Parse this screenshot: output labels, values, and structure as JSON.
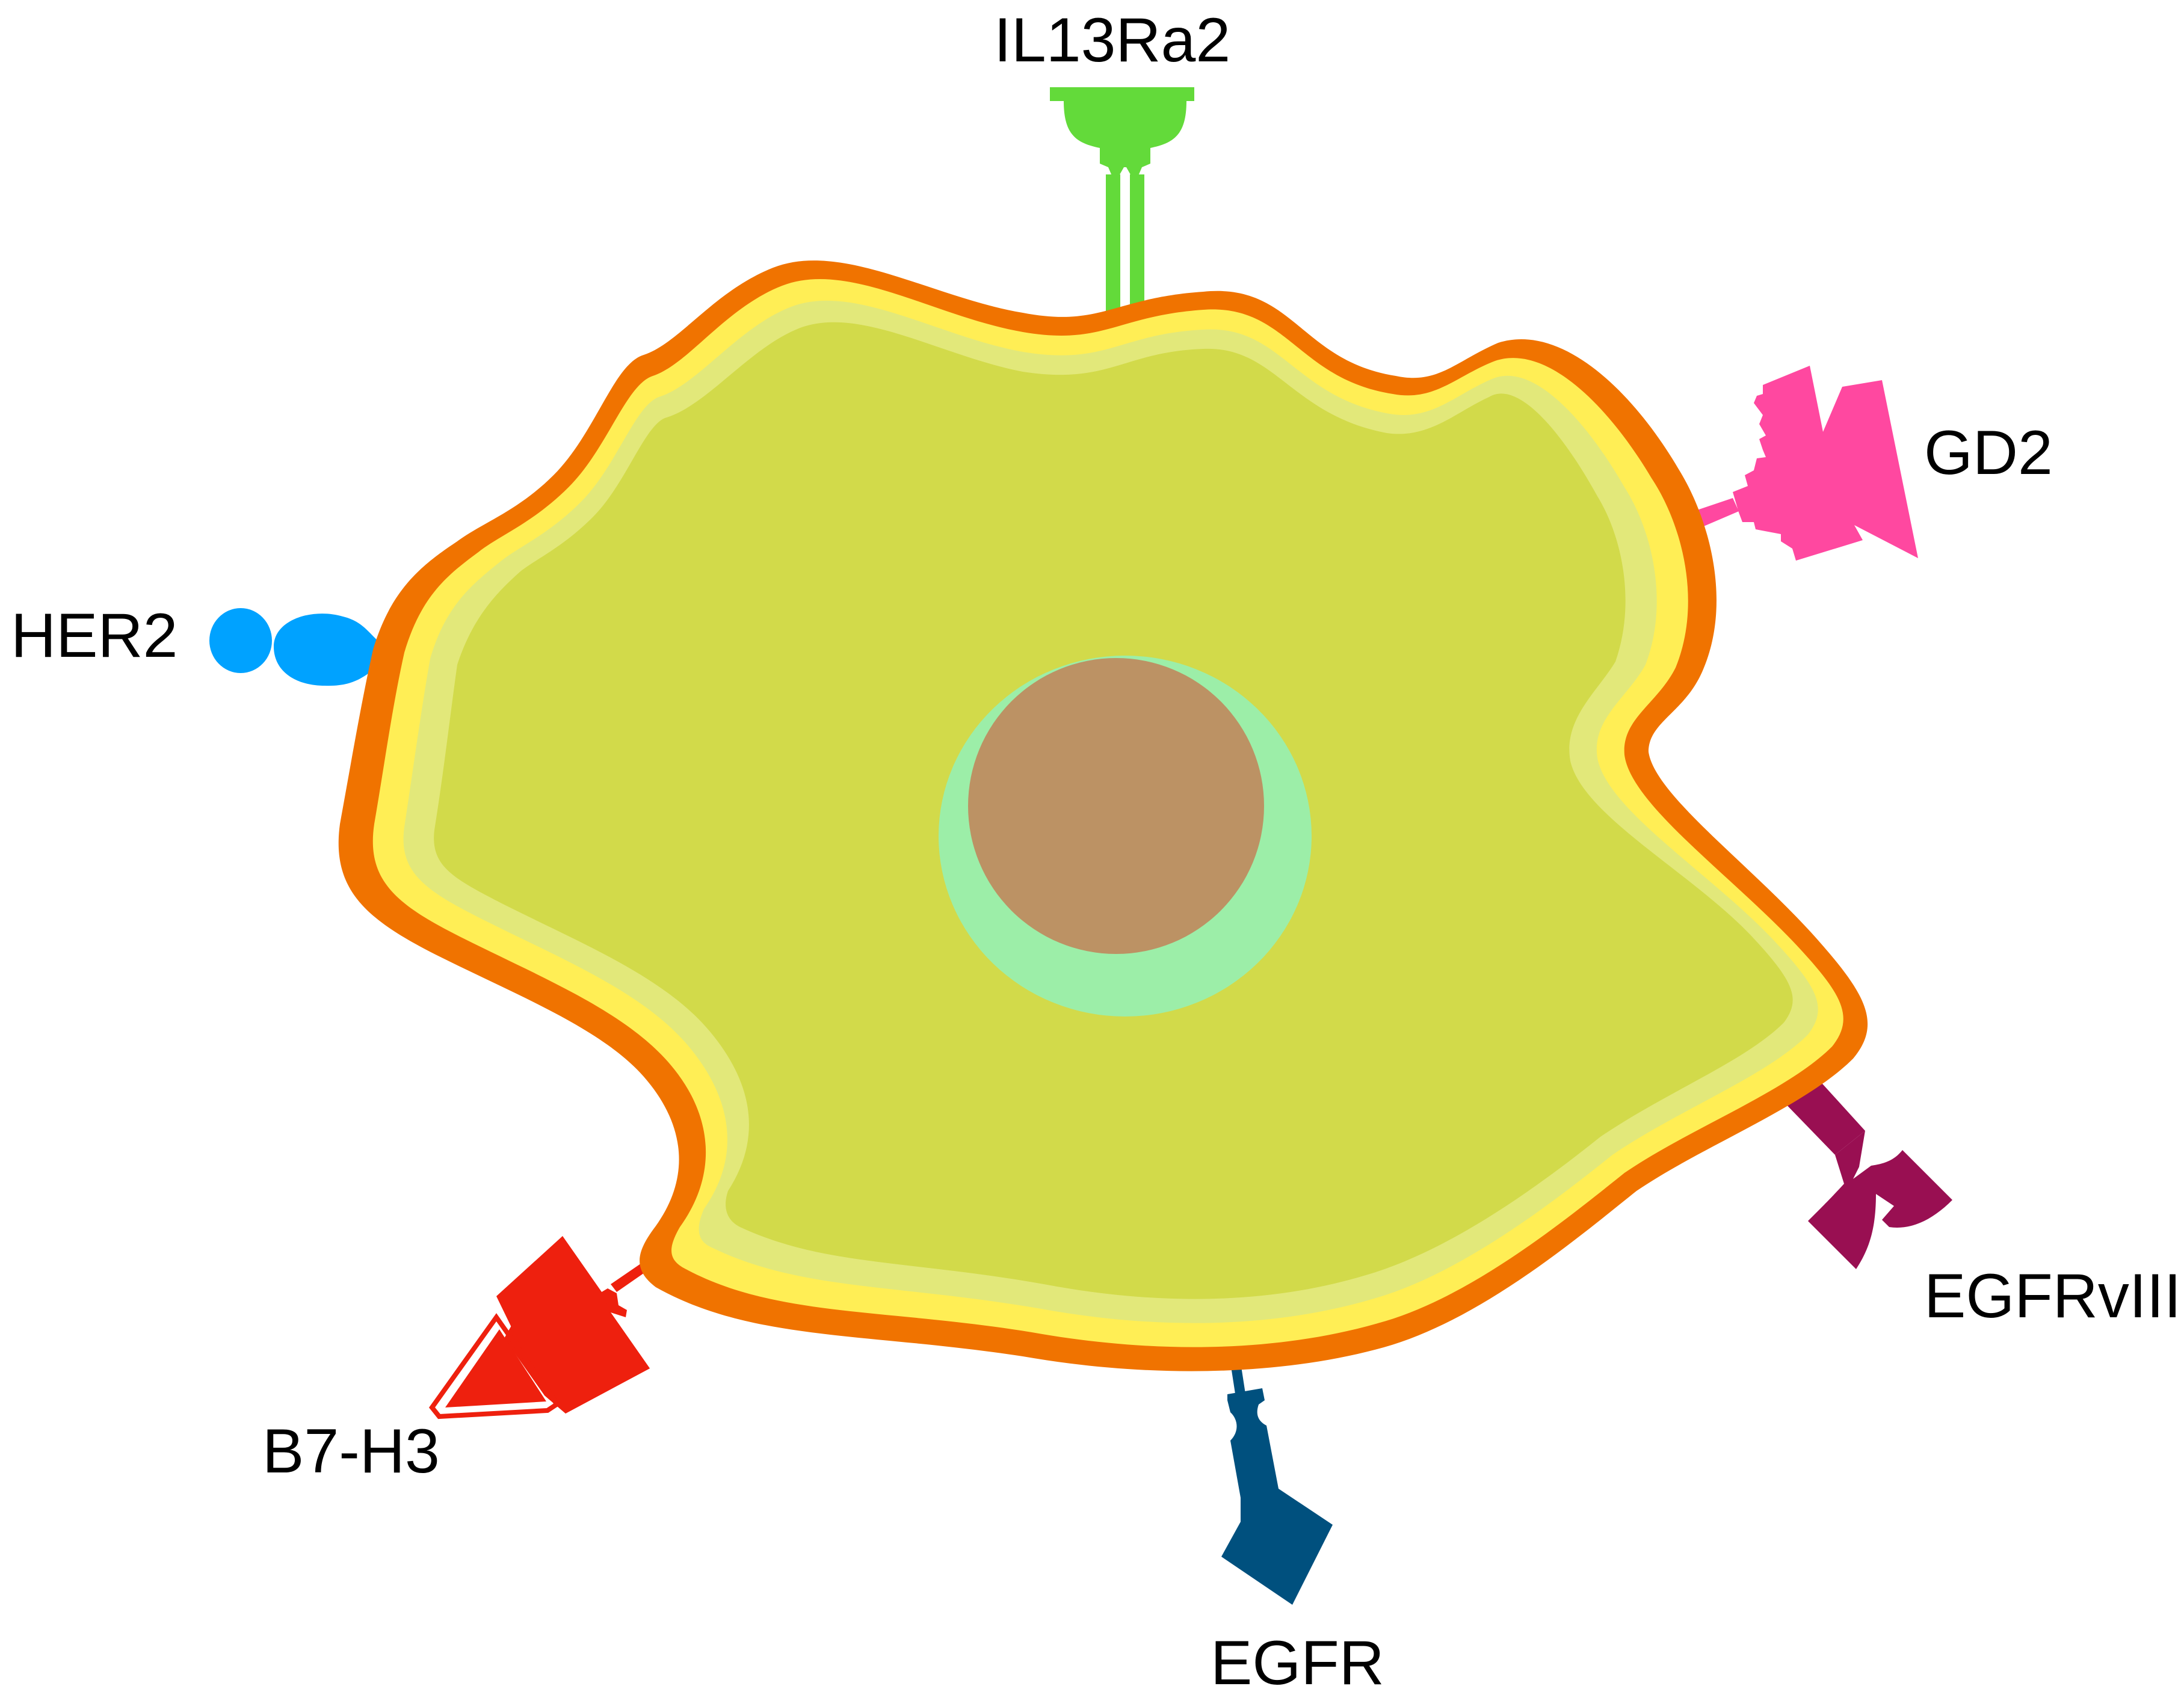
{
  "labels": {
    "il13ra2": "IL13Ra2",
    "gd2": "GD2",
    "her2": "HER2",
    "egfrviii": "EGFRvIII",
    "egfr": "EGFR",
    "b7h3": "B7-H3"
  },
  "colors": {
    "membrane_outer": "#f07300",
    "membrane_yellow": "#ffee55",
    "cytoplasm_band": "#e2e87a",
    "cytoplasm": "#d2da4a",
    "nucleus_halo": "#9ceea8",
    "nucleus": "#bc9264",
    "il13ra2": "#63da3a",
    "gd2": "#ff48a0",
    "her2": "#00a2ff",
    "egfrviii": "#990f52",
    "egfr": "#00507e",
    "b7h3": "#ee200e"
  },
  "icons": {
    "il13ra2": "bell-receptor-icon",
    "gd2": "cone-receptor-icon",
    "her2": "bead-receptor-icon",
    "egfrviii": "notched-receptor-icon",
    "egfr": "notched-receptor-icon",
    "b7h3": "triangle-receptor-icon"
  }
}
